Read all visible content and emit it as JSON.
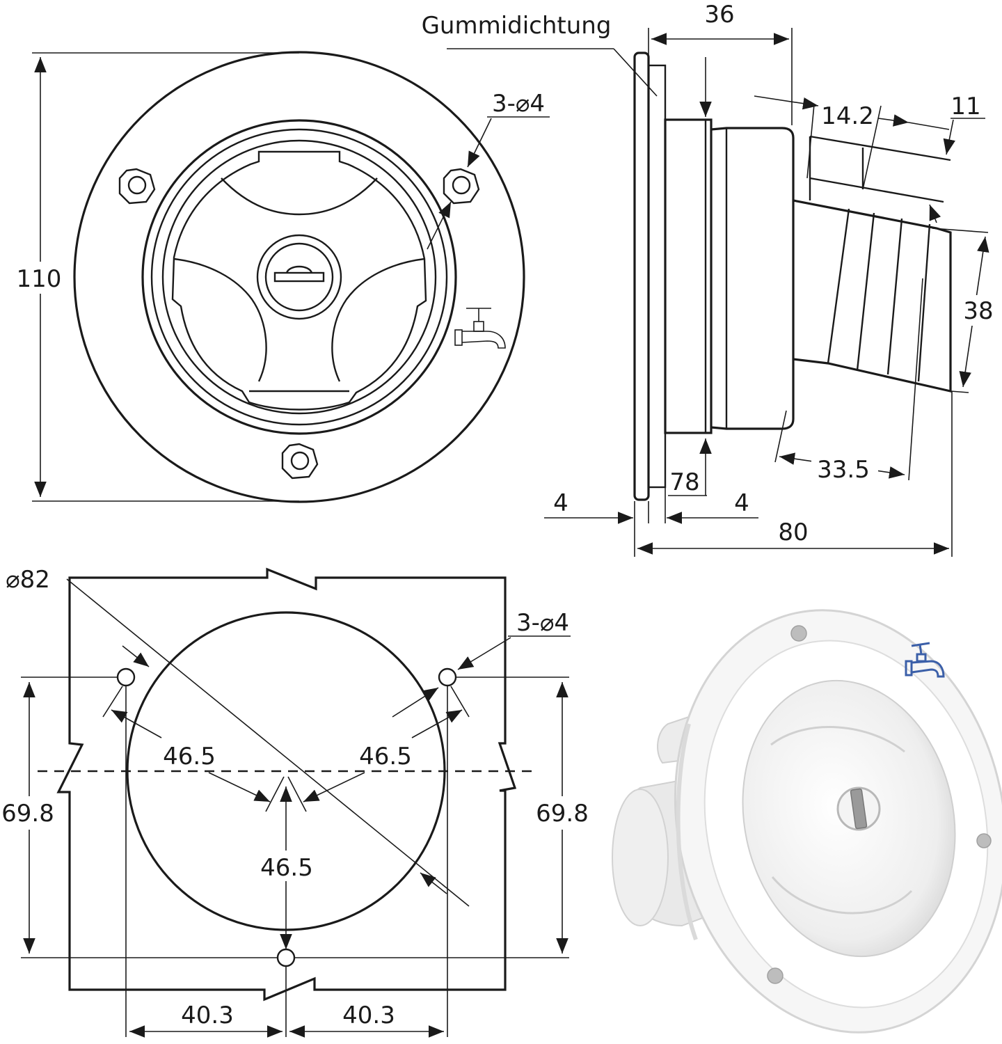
{
  "front_view": {
    "height_label": "110",
    "holes_label": "3-⌀4"
  },
  "side_view": {
    "seal_label": "Gummidichtung",
    "flange_depth_label": "36",
    "offset_label": "14.2",
    "hose_step_label": "11",
    "hose_diameter_label": "38",
    "hose_length_label": "33.5",
    "neck_diameter_label": "78",
    "flange_left_label": "4",
    "flange_right_label": "4",
    "total_depth_label": "80"
  },
  "cutout_view": {
    "cutout_diameter_label": "⌀82",
    "holes_label": "3-⌀4",
    "left_radius_label": "46.5",
    "right_radius_label": "46.5",
    "bottom_radius_label": "46.5",
    "left_height_label": "69.8",
    "right_height_label": "69.8",
    "left_width_label": "40.3",
    "right_width_label": "40.3"
  },
  "colors": {
    "line": "#1a1a1a",
    "product_body": "#f4f4f4",
    "product_shadow": "#d6d6d6",
    "tap_icon": "#3b5fa8"
  }
}
